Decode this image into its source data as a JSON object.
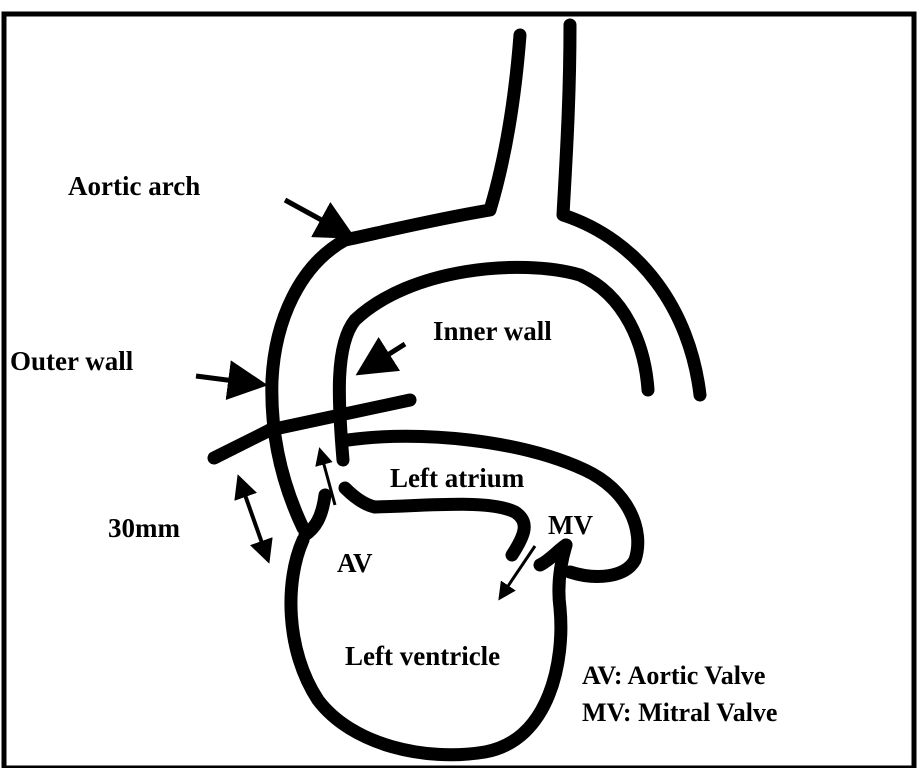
{
  "labels": {
    "aortic_arch": "Aortic arch",
    "inner_wall": "Inner wall",
    "outer_wall": "Outer wall",
    "left_atrium": "Left atrium",
    "mv": "MV",
    "distance": "30mm",
    "av": "AV",
    "left_ventricle": "Left ventricle"
  },
  "legend": {
    "av": "AV:  Aortic Valve",
    "mv": "MV: Mitral Valve"
  },
  "colors": {
    "stroke": "#000000",
    "background": "#ffffff"
  }
}
